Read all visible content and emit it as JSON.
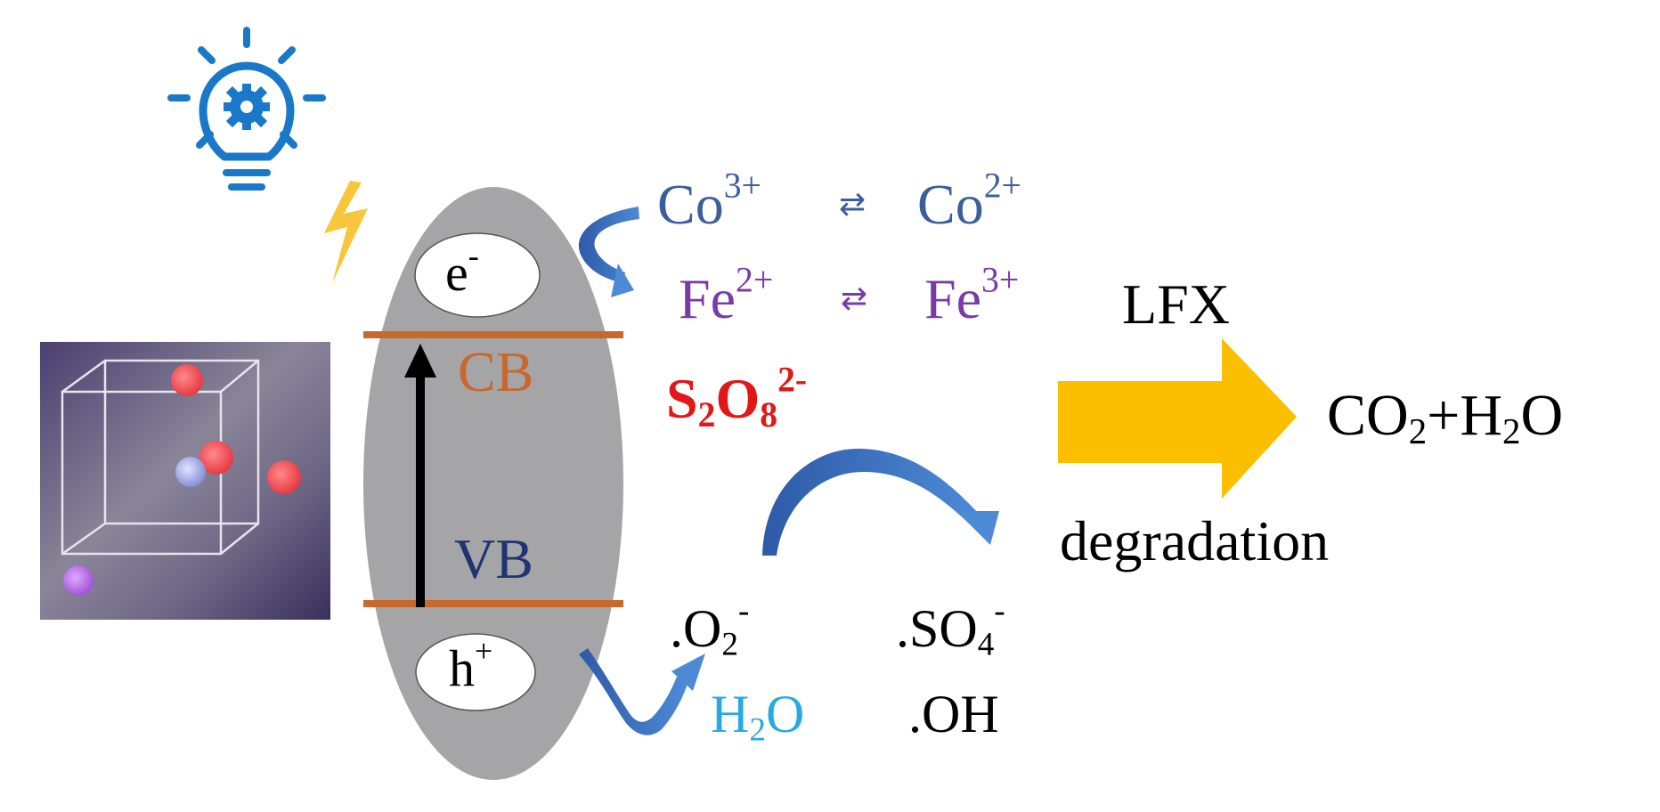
{
  "colors": {
    "band": "#c8682a",
    "blue_text": "#3a5f9c",
    "purple_text": "#7a3aa8",
    "navy_text": "#1f3470",
    "red_text": "#e01818",
    "cyan_text": "#27a9e1",
    "arrow_blue": "#3f6db4",
    "yellow_arrow": "#fbbf00",
    "bolt": "#f7c63a",
    "bulb": "#1a78c8",
    "ellipse": "#a5a4a6",
    "crystal_bg": "#4a3d6b"
  },
  "icons": {
    "light": "lightbulb-gear-icon",
    "lightning": "lightning-bolt-icon",
    "crystal": "crystal-structure-icon"
  },
  "labels": {
    "electron": {
      "base": "e",
      "sup": "-"
    },
    "hole": {
      "base": "h",
      "sup": "+"
    },
    "cb": "CB",
    "vb": "VB",
    "co3": {
      "base": "Co",
      "sup": "3+"
    },
    "co2": {
      "base": "Co",
      "sup": "2+"
    },
    "fe2": {
      "base": "Fe",
      "sup": "2+"
    },
    "fe3": {
      "base": "Fe",
      "sup": "3+"
    },
    "persulfate": {
      "a": "S",
      "a_sub": "2",
      "b": "O",
      "b_sub": "8",
      "sup": "2-"
    },
    "superoxide": {
      "base": ".O",
      "sub": "2",
      "sup": "-"
    },
    "sulfate_radical": {
      "base": ".SO",
      "sub": "4",
      "sup": "-"
    },
    "hydroxyl": ".OH",
    "water": {
      "base": "H",
      "sub": "2",
      "tail": "O"
    },
    "pollutant": "LFX",
    "degradation": "degradation",
    "products": {
      "a": "CO",
      "a_sub": "2",
      "b": "+H",
      "b_sub": "2",
      "c": "O"
    }
  }
}
